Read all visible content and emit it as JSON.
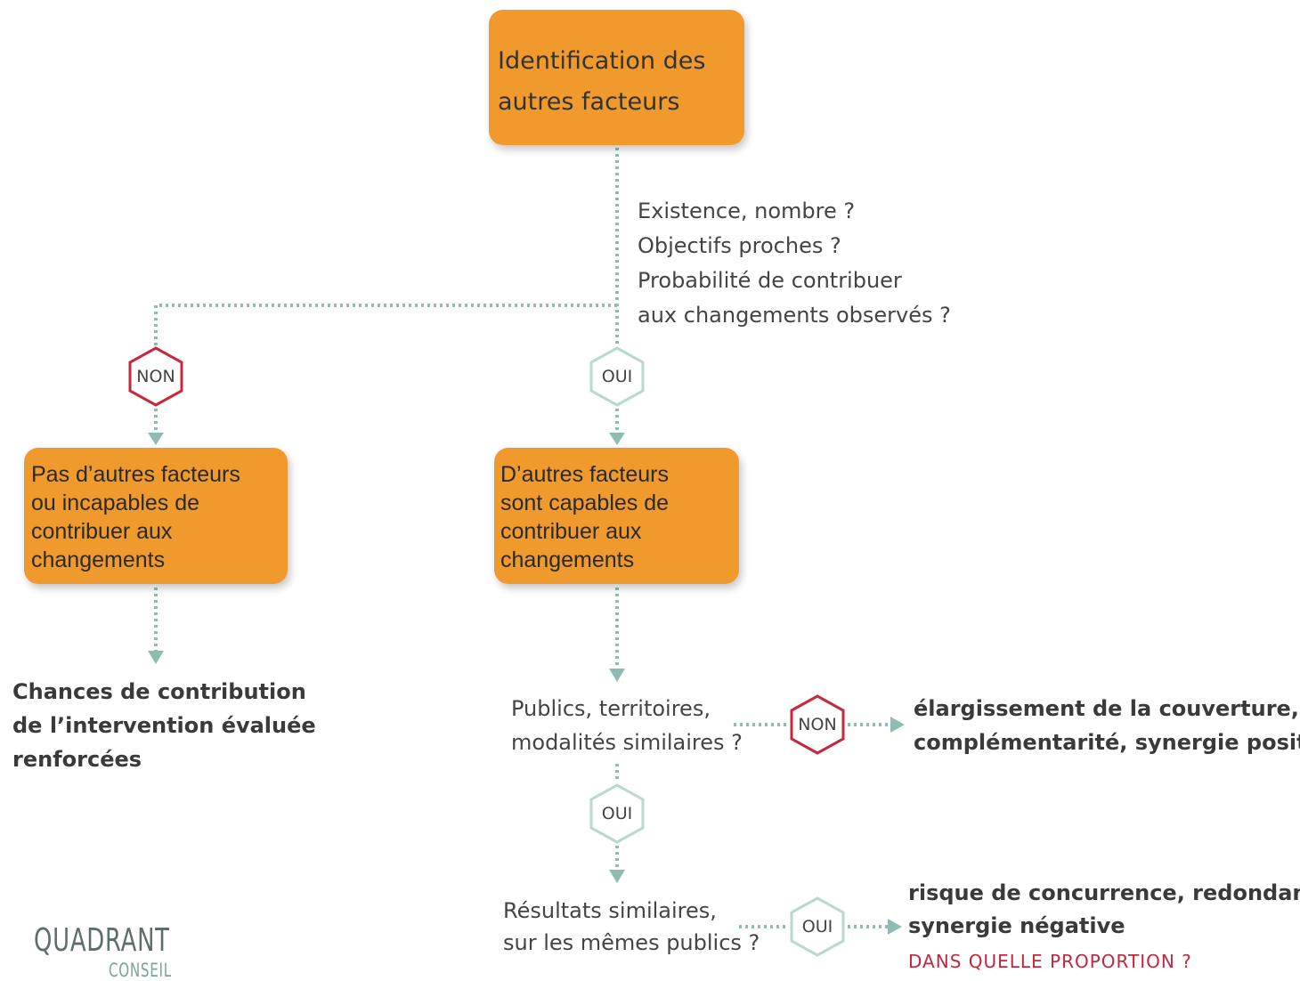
{
  "colors": {
    "box_fill": "#f09a2e",
    "connector": "#8fbcb2",
    "non_border": "#c8283c",
    "oui_border": "#b9d8d0",
    "accent_red": "#c0273f",
    "logo_grey": "#5e6e6c",
    "logo_green": "#7aa39a"
  },
  "top_box": {
    "lines": [
      "Identification des",
      "autres facteurs"
    ]
  },
  "questions": {
    "lines": [
      "Existence, nombre ?",
      "Objectifs proches ?",
      "Probabilité de contribuer",
      "aux changements observés ?"
    ]
  },
  "hex_non_1": {
    "label": "NON",
    "style": "non"
  },
  "hex_oui_1": {
    "label": "OUI",
    "style": "oui"
  },
  "left_box": {
    "lines": [
      "Pas d’autres facteurs",
      "ou incapables de",
      "contribuer aux",
      "changements"
    ]
  },
  "right_box": {
    "lines": [
      "D’autres facteurs",
      "sont capables de",
      "contribuer aux",
      "changements"
    ]
  },
  "left_result": {
    "lines": [
      "Chances de contribution",
      "de l’intervention évaluée",
      "renforcées"
    ]
  },
  "question_2": {
    "lines": [
      "Publics, territoires,",
      "modalités similaires ?"
    ]
  },
  "hex_non_2": {
    "label": "NON",
    "style": "non"
  },
  "result_non_2": {
    "lines": [
      "élargissement de la couverture,",
      "complémentarité, synergie positive"
    ]
  },
  "hex_oui_2": {
    "label": "OUI",
    "style": "oui"
  },
  "question_3": {
    "lines": [
      "Résultats similaires,",
      "sur les mêmes publics ?"
    ]
  },
  "hex_oui_3": {
    "label": "OUI",
    "style": "oui"
  },
  "result_oui_3": {
    "lines": [
      "risque de concurrence, redondance,",
      "synergie négative"
    ],
    "highlight": "DANS QUELLE PROPORTION ?"
  },
  "logo": {
    "main": "QUADRANT",
    "sub": "CONSEIL"
  }
}
